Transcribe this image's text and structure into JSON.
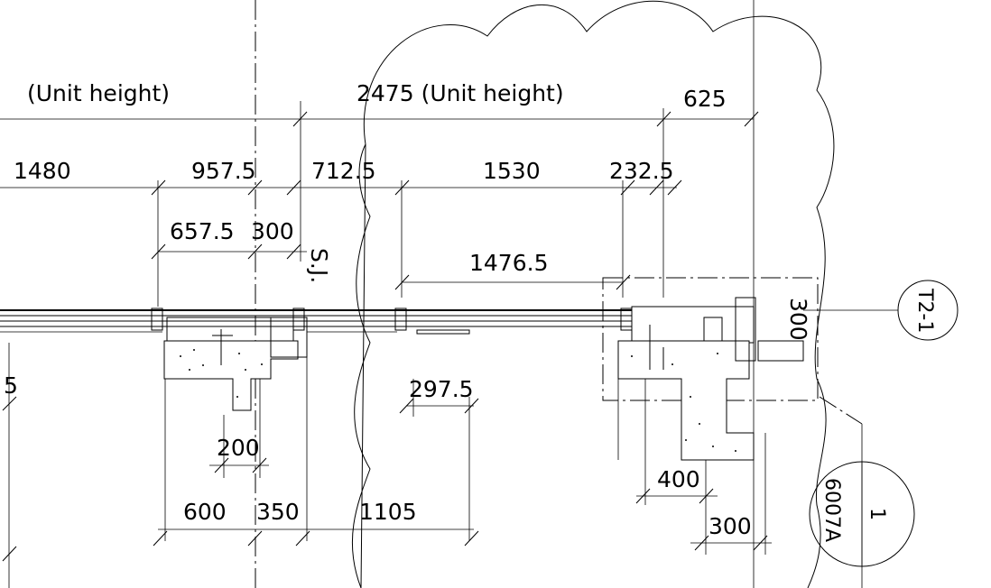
{
  "dimensions": {
    "unit_height_left": "(Unit height)",
    "unit_height_right": "2475 (Unit height)",
    "top_625": "625",
    "row2_1480": "1480",
    "row2_957_5": "957.5",
    "row2_712_5": "712.5",
    "row2_1530": "1530",
    "row2_232_5": "232.5",
    "row3_657_5": "657.5",
    "row3_300": "300",
    "sj": "S.J.",
    "span_1476_5": "1476.5",
    "side_300": "300",
    "partial_5": "5",
    "mid_297_5": "297.5",
    "mid_200": "200",
    "bot_600": "600",
    "bot_350": "350",
    "bot_1105": "1105",
    "right_400": "400",
    "right_300": "300"
  },
  "callouts": {
    "detail_ref": "T2-1",
    "section_number": "1",
    "section_sheet": "6007A"
  }
}
